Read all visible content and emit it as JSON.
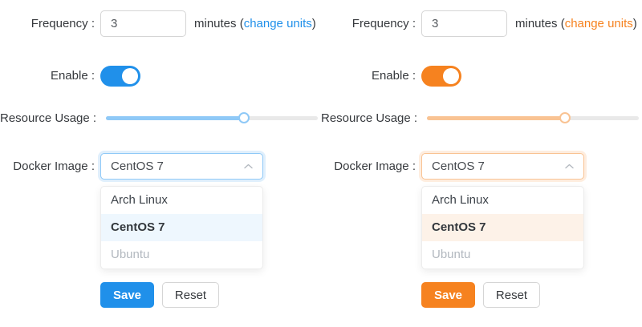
{
  "panels": [
    {
      "theme": "blue",
      "accent": "#2090EA",
      "accent_light": "#8FC9F7",
      "highlight_bg": "#EEF7FE",
      "focus_ring": "rgba(32,144,234,0.14)",
      "frequency": {
        "label": "Frequency :",
        "value": "3",
        "unit_before": "minutes (",
        "change_units_link": "change units",
        "unit_after": ")"
      },
      "enable": {
        "label": "Enable :",
        "state": "on"
      },
      "resource": {
        "label": "Resource Usage :",
        "percent": 65
      },
      "docker": {
        "label": "Docker Image :",
        "selected": "CentOS 7",
        "options": [
          {
            "label": "Arch Linux",
            "state": "normal"
          },
          {
            "label": "CentOS 7",
            "state": "selected"
          },
          {
            "label": "Ubuntu",
            "state": "disabled"
          }
        ]
      },
      "buttons": {
        "save": "Save",
        "reset": "Reset"
      }
    },
    {
      "theme": "orange",
      "accent": "#F6821F",
      "accent_light": "#F9C393",
      "highlight_bg": "#FDF2E8",
      "focus_ring": "rgba(246,130,31,0.14)",
      "frequency": {
        "label": "Frequency :",
        "value": "3",
        "unit_before": "minutes (",
        "change_units_link": "change units",
        "unit_after": ")"
      },
      "enable": {
        "label": "Enable :",
        "state": "on"
      },
      "resource": {
        "label": "Resource Usage :",
        "percent": 65
      },
      "docker": {
        "label": "Docker Image :",
        "selected": "CentOS 7",
        "options": [
          {
            "label": "Arch Linux",
            "state": "normal"
          },
          {
            "label": "CentOS 7",
            "state": "selected"
          },
          {
            "label": "Ubuntu",
            "state": "disabled"
          }
        ]
      },
      "buttons": {
        "save": "Save",
        "reset": "Reset"
      }
    }
  ]
}
